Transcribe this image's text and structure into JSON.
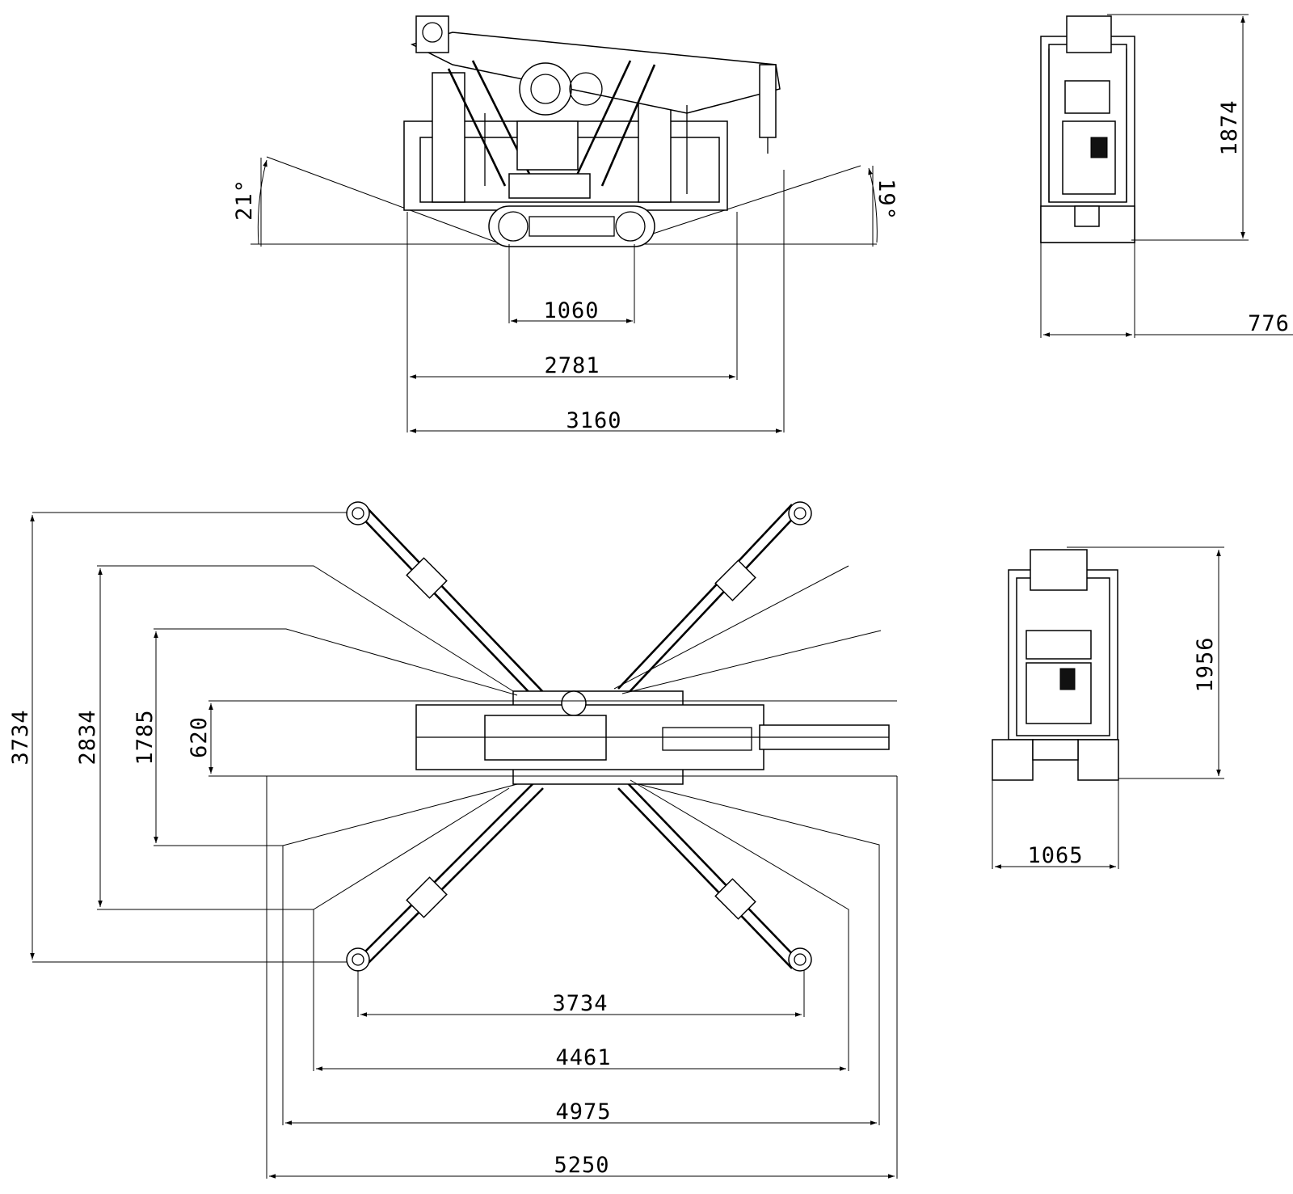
{
  "side_view": {
    "angle_left": "21°",
    "angle_right": "19°",
    "dim_track_width": "1060",
    "dim_outrigger_span": "2781",
    "dim_overall_length": "3160"
  },
  "front_view": {
    "dim_height": "1874",
    "dim_width": "776"
  },
  "plan_view": {
    "dim_left_3734": "3734",
    "dim_left_2834": "2834",
    "dim_left_1785": "1785",
    "dim_left_620": "620",
    "dim_bottom_3734": "3734",
    "dim_bottom_4461": "4461",
    "dim_bottom_4975": "4975",
    "dim_bottom_5250": "5250"
  },
  "rear_view": {
    "dim_height": "1956",
    "dim_width": "1065"
  }
}
